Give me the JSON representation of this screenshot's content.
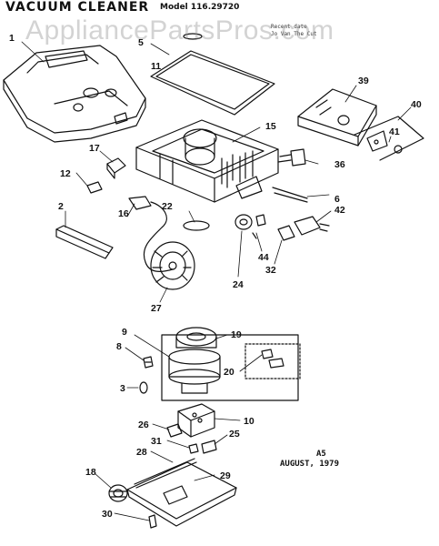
{
  "header": {
    "title": "VACUUM CLEANER",
    "model": "Model 116.29720"
  },
  "watermark": "AppliancePartsPros.com",
  "top_note": {
    "line1": "Recent date",
    "line2": "Jo Van The Cut"
  },
  "footer": {
    "page_code": "A5",
    "date": "AUGUST, 1979"
  },
  "callouts": [
    "1",
    "5",
    "11",
    "39",
    "40",
    "41",
    "15",
    "17",
    "12",
    "36",
    "6",
    "22",
    "42",
    "2",
    "16",
    "44",
    "32",
    "24",
    "27",
    "9",
    "19",
    "8",
    "20",
    "3",
    "10",
    "26",
    "25",
    "31",
    "28",
    "18",
    "29",
    "30"
  ]
}
